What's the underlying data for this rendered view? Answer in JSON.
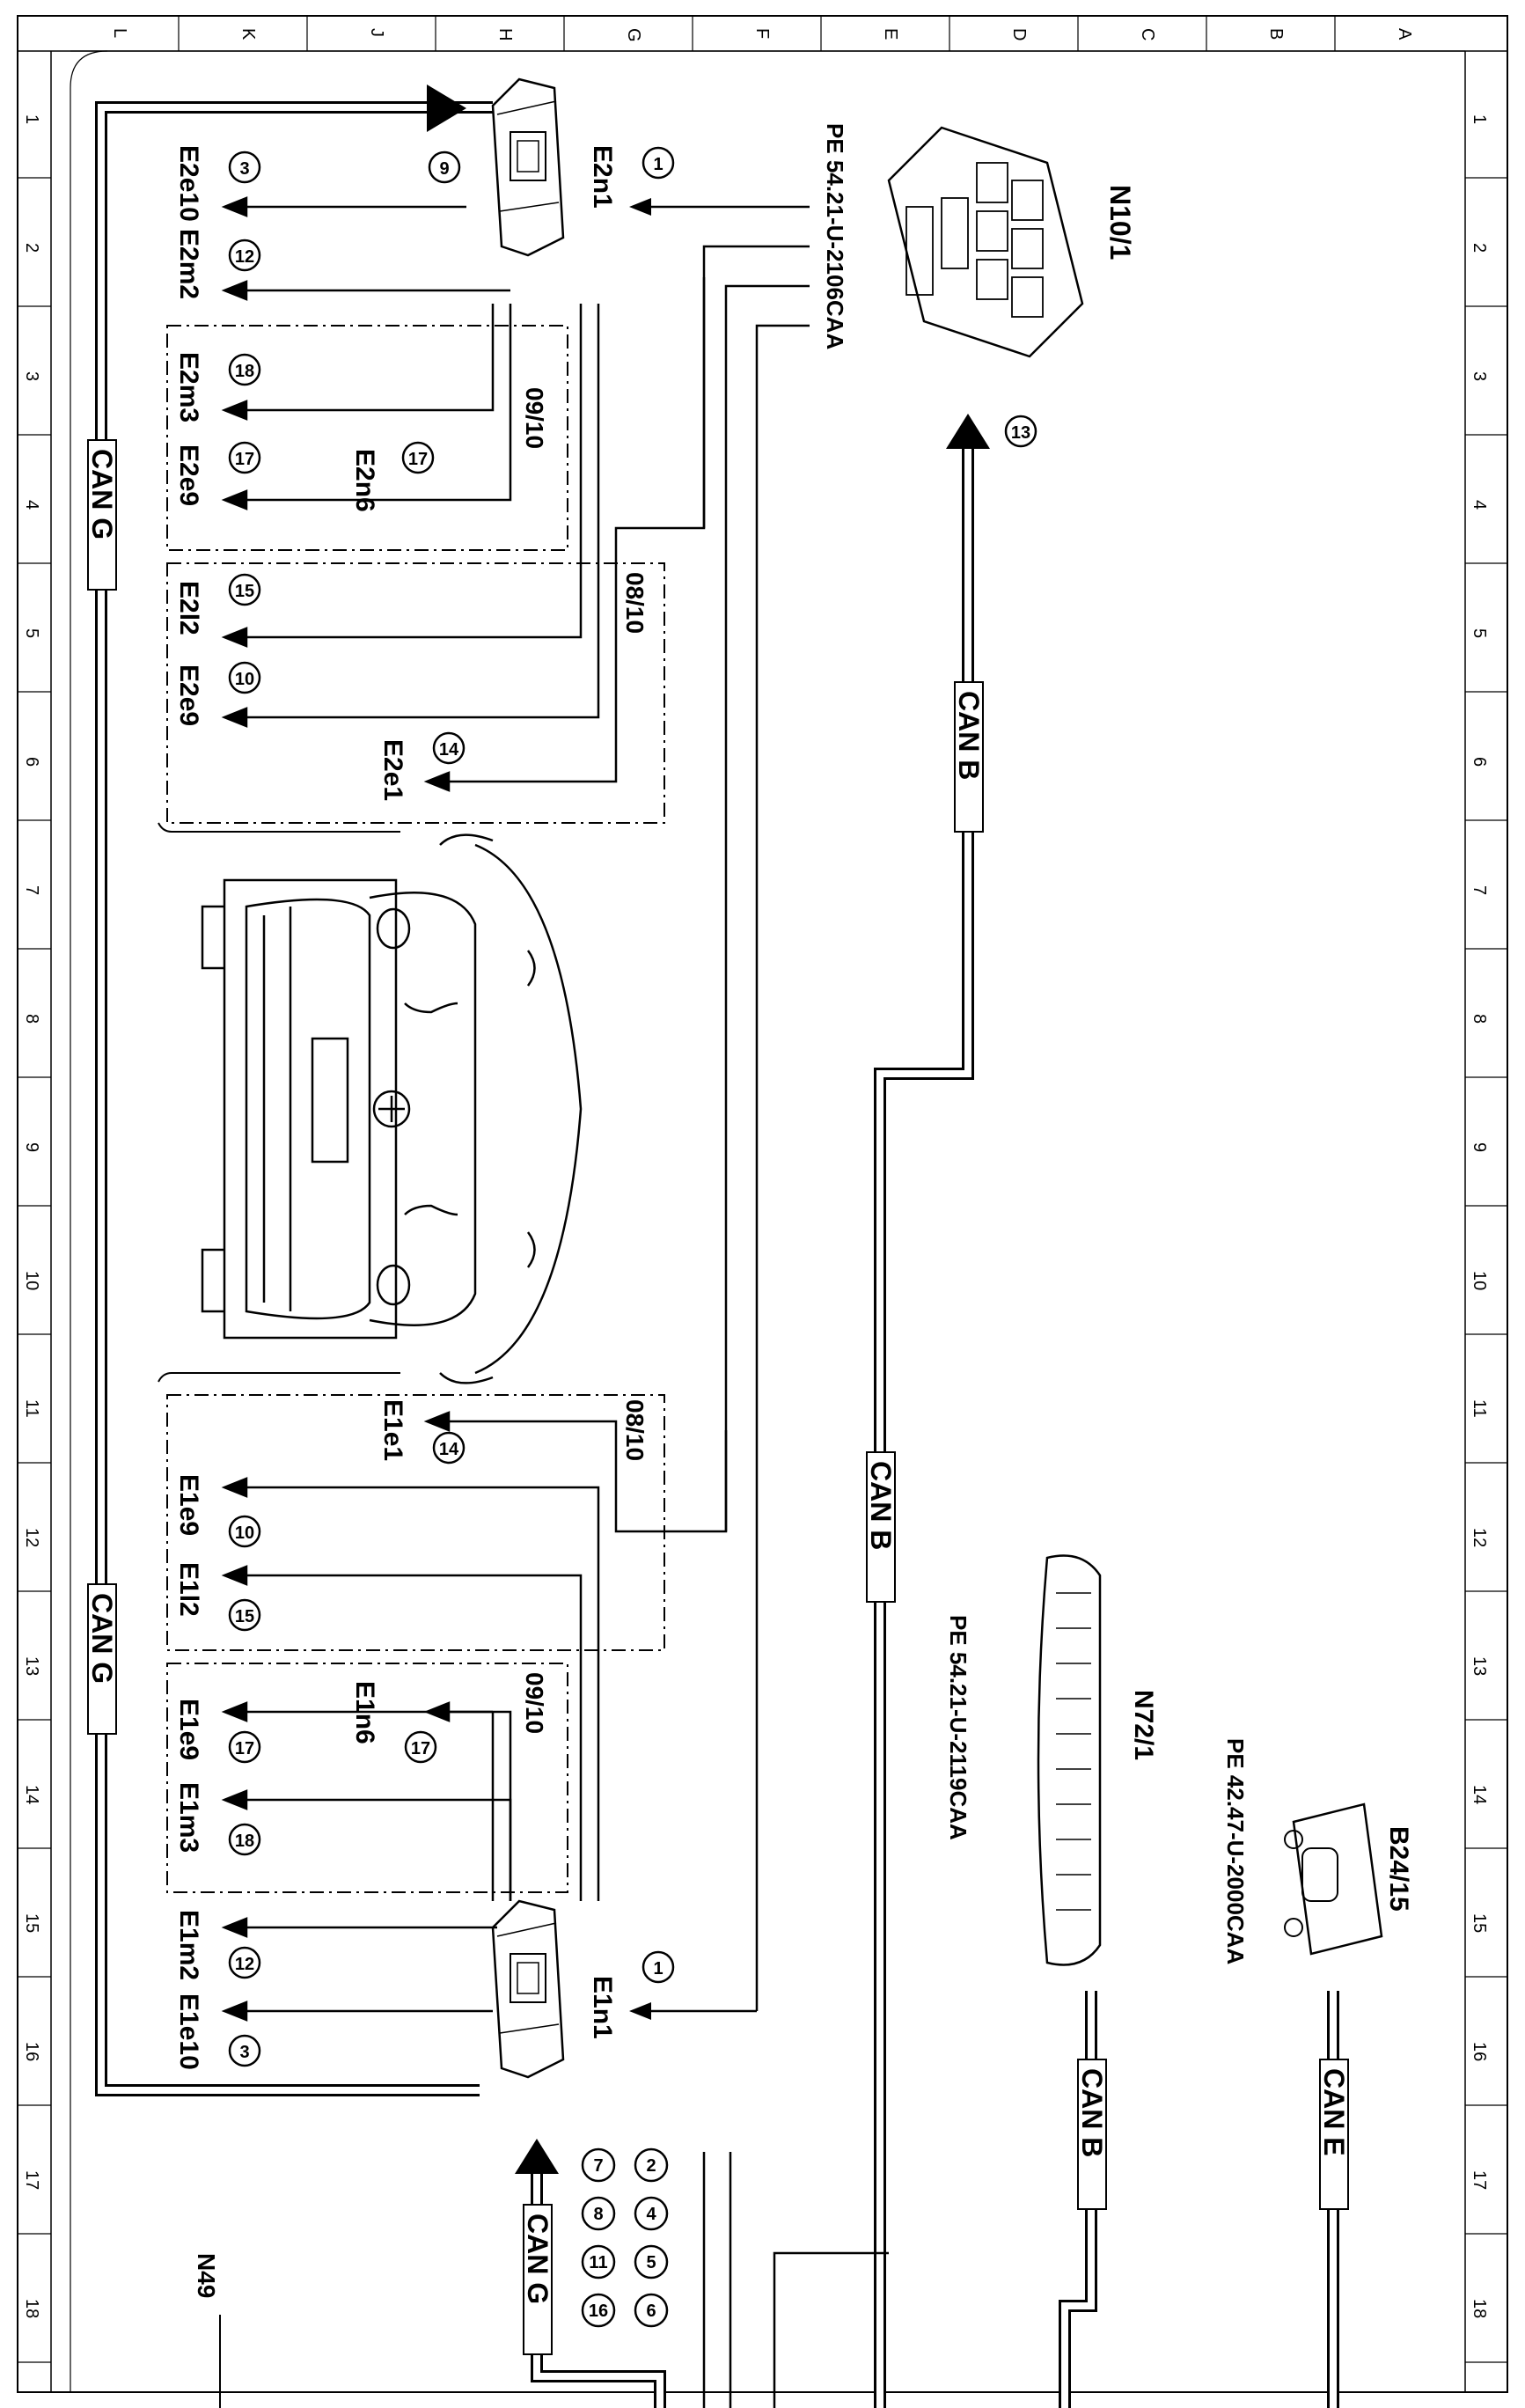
{
  "border": {
    "top_columns": [
      "L",
      "K",
      "J",
      "H",
      "G",
      "F",
      "E",
      "D",
      "C",
      "B",
      "A"
    ],
    "side_rows": [
      "1",
      "2",
      "3",
      "4",
      "5",
      "6",
      "7",
      "8",
      "9",
      "10",
      "11",
      "12",
      "13",
      "14",
      "15",
      "16",
      "17",
      "18"
    ]
  },
  "components": {
    "e2n1": {
      "label": "E2n1",
      "ref": "1"
    },
    "e1n1": {
      "label": "E1n1",
      "ref": "1"
    },
    "n10_1": {
      "label": "N10/1",
      "pe": "PE 54.21-U-2106CAA",
      "ref": "13"
    },
    "n72_1": {
      "label": "N72/1",
      "pe": "PE 54.21-U-2119CAA"
    },
    "b24_15": {
      "label": "B24/15",
      "pe": "PE 42.47-U-2000CAA"
    },
    "n49": {
      "label": "N49"
    }
  },
  "upper_outputs": [
    {
      "label": "E2e10",
      "ref": "3"
    },
    {
      "label": "E2m2",
      "ref": "12"
    },
    {
      "label": "E2m3",
      "ref": "18"
    },
    {
      "label": "E2e9",
      "ref": "17"
    },
    {
      "label": "E2n6",
      "ref": "17"
    },
    {
      "label": "E2l2",
      "ref": "15"
    },
    {
      "label": "E2e9",
      "ref": "10"
    },
    {
      "label": "E2e1",
      "ref": "14"
    }
  ],
  "lower_outputs": [
    {
      "label": "E1e1",
      "ref": "14"
    },
    {
      "label": "E1e9",
      "ref": "10"
    },
    {
      "label": "E1l2",
      "ref": "15"
    },
    {
      "label": "E1n6",
      "ref": "17"
    },
    {
      "label": "E1e9",
      "ref": "17"
    },
    {
      "label": "E1m3",
      "ref": "18"
    },
    {
      "label": "E1m2",
      "ref": "12"
    },
    {
      "label": "E1e10",
      "ref": "3"
    }
  ],
  "ref_9": "9",
  "date_codes": {
    "upper_a": "09/10",
    "upper_b": "08/10",
    "lower_a": "08/10",
    "lower_b": "09/10"
  },
  "can_labels": {
    "g_upper": "CAN G",
    "g_lower": "CAN G",
    "b_mid": "CAN B",
    "b_low": "CAN B",
    "b_right": "CAN B",
    "e_right": "CAN E",
    "g_bottom": "CAN G"
  },
  "cluster_refs": [
    "2",
    "4",
    "5",
    "6",
    "7",
    "8",
    "11",
    "16"
  ]
}
